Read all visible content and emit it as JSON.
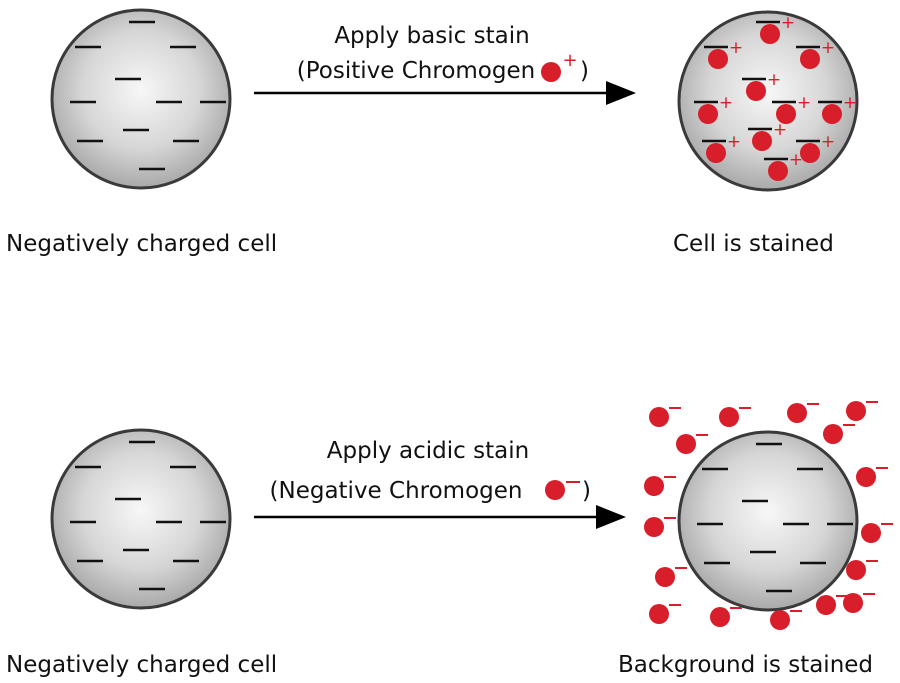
{
  "top": {
    "left_label": "Negatively charged cell",
    "arrow_line1": "Apply basic stain",
    "arrow_line2": "(Positive Chromogen",
    "arrow_line2_close": ")",
    "right_label": "Cell is stained",
    "chromogen_sign": "+",
    "cell_sign": "–"
  },
  "bottom": {
    "left_label": "Negatively charged cell",
    "arrow_line1": "Apply acidic stain",
    "arrow_line2": "(Negative Chromogen",
    "arrow_line2_close": ")",
    "right_label": "Background is stained",
    "chromogen_sign": "–",
    "cell_sign": "–"
  },
  "colors": {
    "chromogen": "#d81e2a",
    "cell_edge": "#3a3a3a",
    "arrow": "#000000"
  }
}
